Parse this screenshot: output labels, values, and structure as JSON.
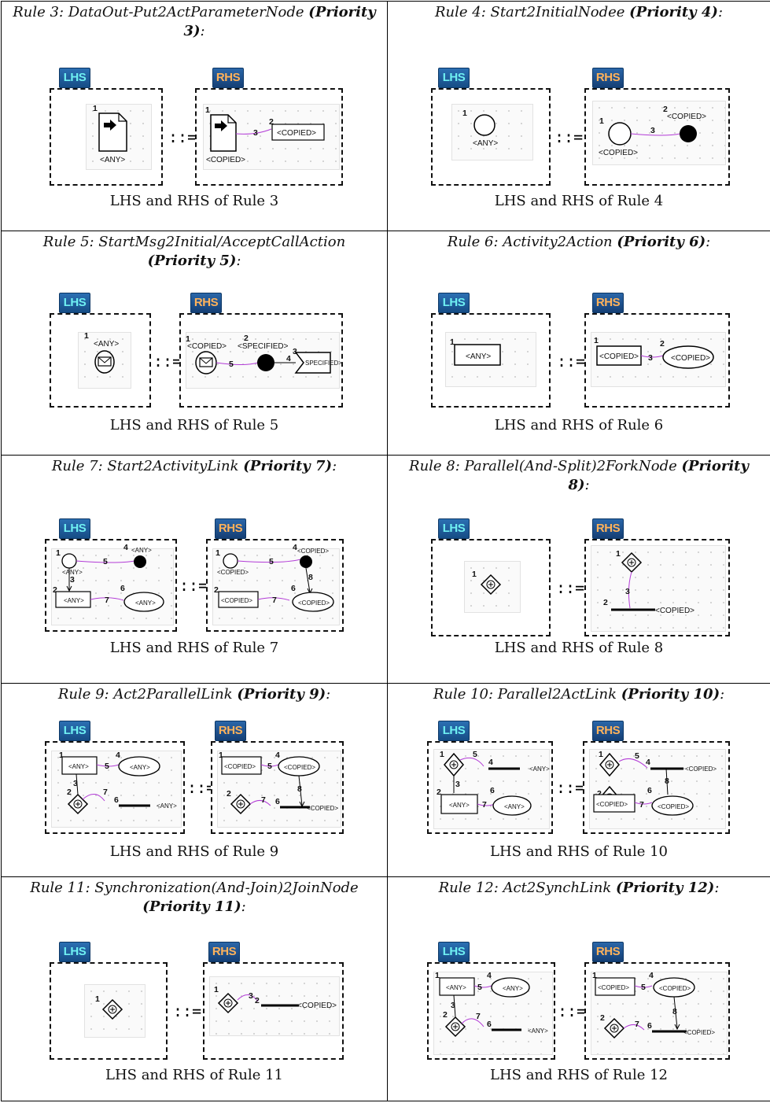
{
  "rules": [
    {
      "prefix": "Rule 3: DataOut-Put2ActParameterNode ",
      "priority": "(Priority 3)",
      "suffix": ":",
      "caption": "LHS and RHS of Rule 3"
    },
    {
      "prefix": "Rule 4: Start2InitialNodee ",
      "priority": "(Priority 4)",
      "suffix": ":",
      "caption": "LHS and RHS of Rule 4"
    },
    {
      "prefix": "Rule 5: StartMsg2Initial/AcceptCallAction ",
      "priority": "(Priority 5)",
      "suffix": ":",
      "caption": "LHS and RHS of Rule 5"
    },
    {
      "prefix": "Rule 6: Activity2Action ",
      "priority": "(Priority 6)",
      "suffix": ":",
      "caption": "LHS and RHS of Rule 6"
    },
    {
      "prefix": "Rule 7: Start2ActivityLink ",
      "priority": "(Priority 7)",
      "suffix": ":",
      "caption": "LHS and RHS of Rule 7"
    },
    {
      "prefix": "Rule 8: Parallel(And-Split)2ForkNode ",
      "priority": "(Priority 8)",
      "suffix": ":",
      "caption": "LHS and RHS of Rule 8"
    },
    {
      "prefix": "Rule 9: Act2ParallelLink ",
      "priority": "(Priority 9)",
      "suffix": ":",
      "caption": "LHS and RHS of Rule 9"
    },
    {
      "prefix": "Rule 10: Parallel2ActLink ",
      "priority": "(Priority 10)",
      "suffix": ":",
      "caption": "LHS and RHS of Rule 10"
    },
    {
      "prefix": "Rule 11: Synchronization(And-Join)2JoinNode ",
      "priority": "(Priority 11)",
      "suffix": ":",
      "caption": "LHS and RHS of Rule 11"
    },
    {
      "prefix": "Rule 12: Act2SynchLink ",
      "priority": "(Priority 12)",
      "suffix": ":",
      "caption": "LHS and RHS of Rule 12"
    }
  ],
  "labels": {
    "lhs": "LHS",
    "rhs": "RHS",
    "assign": "::=",
    "any": "<ANY>",
    "copied": "<COPIED>",
    "specified": "<SPECIFIED>",
    "specified_short": "SPECIFIED>"
  },
  "colors": {
    "link": "#b23bd6",
    "badge_lhs_text": "#6ff0f2",
    "badge_rhs_text": "#ffb25a",
    "badge_bg": "#1f5c9c"
  }
}
